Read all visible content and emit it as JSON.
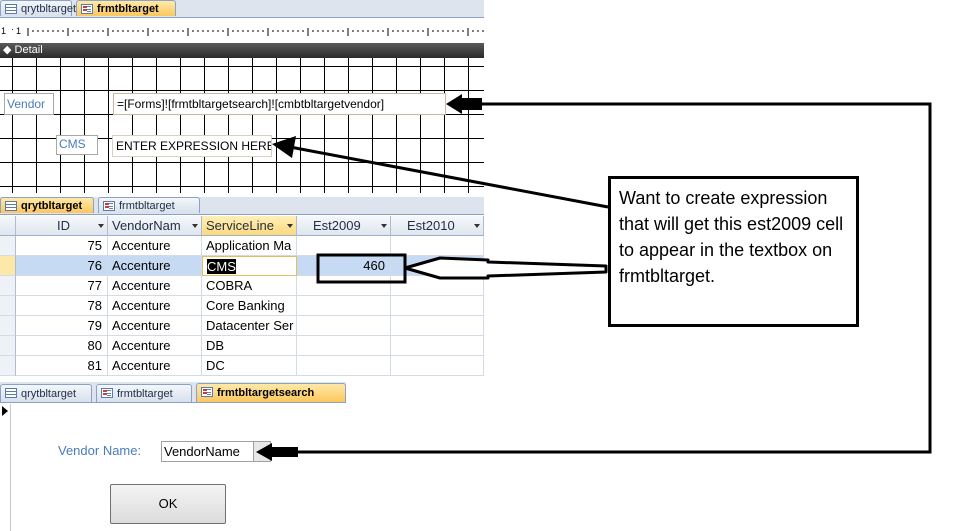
{
  "top_tabs": [
    {
      "label": "qrytbltarget",
      "active": false,
      "icon": "query-icon"
    },
    {
      "label": "frmtbltarget",
      "active": true,
      "icon": "form-icon"
    }
  ],
  "design": {
    "section_label": "Detail",
    "vendor_label": "Vendor",
    "vendor_expression": "=[Forms]![frmtbltargetsearch]![cmbtbltargetvendor]",
    "cms_label": "CMS",
    "cms_expression": "ENTER EXPRESSION HERE"
  },
  "mid_tabs": [
    {
      "label": "qrytbltarget",
      "active": true,
      "icon": "query-icon"
    },
    {
      "label": "frmtbltarget",
      "active": false,
      "icon": "form-icon"
    }
  ],
  "datasheet": {
    "columns": [
      "ID",
      "VendorNam",
      "ServiceLine",
      "Est2009",
      "Est2010"
    ],
    "rows": [
      {
        "id": "75",
        "vendor": "Accenture",
        "service": "Application Ma",
        "est2009": "",
        "est2010": ""
      },
      {
        "id": "76",
        "vendor": "Accenture",
        "service": "CMS",
        "est2009": "460",
        "est2010": ""
      },
      {
        "id": "77",
        "vendor": "Accenture",
        "service": "COBRA",
        "est2009": "",
        "est2010": ""
      },
      {
        "id": "78",
        "vendor": "Accenture",
        "service": "Core Banking",
        "est2009": "",
        "est2010": ""
      },
      {
        "id": "79",
        "vendor": "Accenture",
        "service": "Datacenter Ser",
        "est2009": "",
        "est2010": ""
      },
      {
        "id": "80",
        "vendor": "Accenture",
        "service": "DB",
        "est2009": "",
        "est2010": ""
      },
      {
        "id": "81",
        "vendor": "Accenture",
        "service": "DC",
        "est2009": "",
        "est2010": ""
      }
    ]
  },
  "bottom_tabs": [
    {
      "label": "qrytbltarget",
      "active": false,
      "icon": "query-icon"
    },
    {
      "label": "frmtbltarget",
      "active": false,
      "icon": "form-icon"
    },
    {
      "label": "frmtbltargetsearch",
      "active": true,
      "icon": "form-icon"
    }
  ],
  "search_form": {
    "vendor_label": "Vendor Name:",
    "vendor_value": "VendorName",
    "ok_button": "OK"
  },
  "annotation": {
    "text": "Want to create expression that will get this est2009 cell to appear in the textbox on frmtbltarget."
  }
}
